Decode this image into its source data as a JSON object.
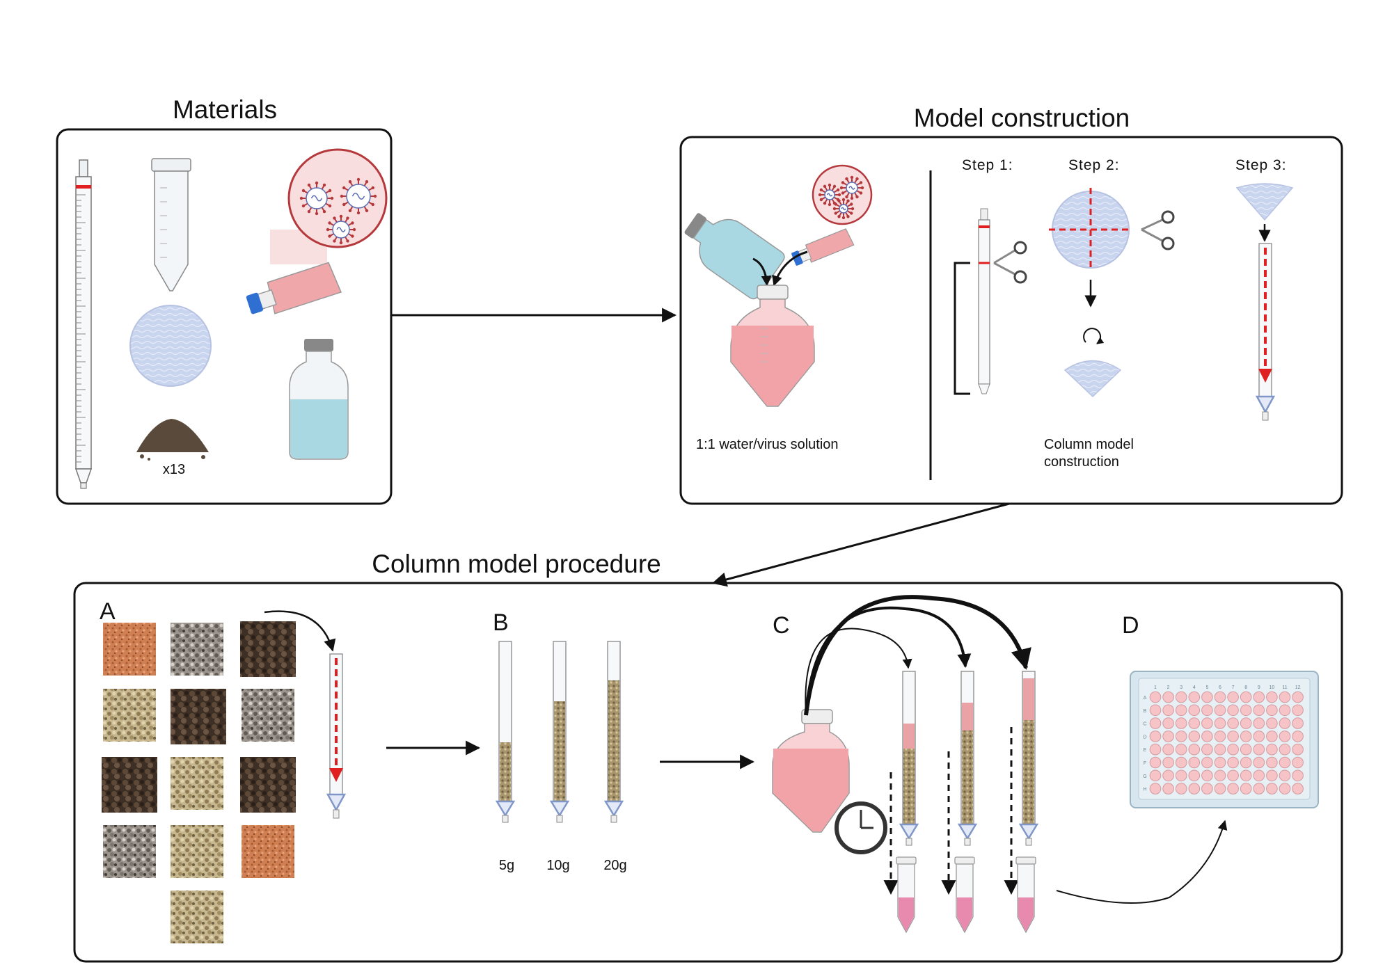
{
  "panels": {
    "materials": {
      "title": "Materials",
      "count_label": "x13"
    },
    "model_construction": {
      "title": "Model construction",
      "solution_label": "1:1 water/virus solution",
      "steps": [
        "Step  1:",
        "Step  2:",
        "Step  3:"
      ],
      "column_label_line1": "Column model",
      "column_label_line2": "construction"
    },
    "procedure": {
      "title": "Column model procedure",
      "letters": [
        "A",
        "B",
        "C",
        "D"
      ],
      "masses": [
        "5g",
        "10g",
        "20g"
      ],
      "plate_columns": [
        "1",
        "2",
        "3",
        "4",
        "5",
        "6",
        "7",
        "8",
        "9",
        "10",
        "11",
        "12"
      ],
      "plate_rows": [
        "A",
        "B",
        "C",
        "D",
        "E",
        "F",
        "G",
        "H"
      ]
    }
  },
  "colors": {
    "soil_orange": "#c9774a",
    "soil_gray": "#8a8580",
    "soil_dark": "#4a3a2e",
    "soil_sand": "#b9a77d",
    "solution_pink": "#f2a3a8",
    "well_pink": "#f6c4c6",
    "bottle_blue": "#a9d8e3",
    "cut_red": "#e02020"
  },
  "icons": [
    "serological-pipette-icon",
    "conical-tube-icon",
    "filter-disc-icon",
    "soil-pile-icon",
    "virus-flask-icon",
    "water-bottle-icon",
    "scissors-icon",
    "clock-icon",
    "well-plate-icon"
  ]
}
